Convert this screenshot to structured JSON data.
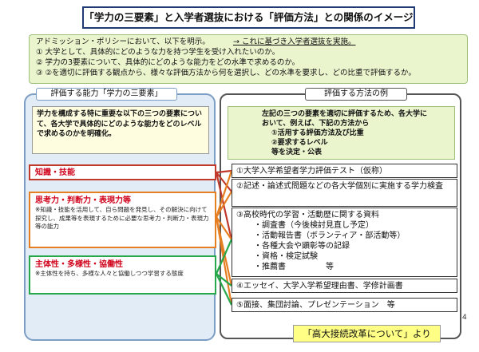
{
  "title": "「学力の三要素」と入学者選抜における「評価方法」との関係のイメージ",
  "policy": {
    "lead": "アドミッション・ポリシーにおいて、以下を明示。",
    "arrow_note": "→ これに基づき入学者選抜を実施。",
    "items": [
      "① 大学として、具体的にどのような力を持つ学生を受け入れたいのか。",
      "② 学力の3要素について、具体的にどのような能力をどの水準で求めるのか。",
      "③ ②を適切に評価する観点から、様々な評価方法から何を選択し、どの水準を要求し、どの比重で評価するか。"
    ]
  },
  "left": {
    "header": "評価する能力「学力の三要素」",
    "intro": "学力を構成する特に重要な以下の三つの要素について、各大学で具体的にどのような能力をどのレベルで求めるのかを明確化。",
    "capabilities": [
      {
        "title": "知識・技能",
        "desc": ""
      },
      {
        "title": "思考力・判断力・表現力等",
        "desc": "※知識・技能を活用して、自ら問題を発見し、その解決に向けて探究し、成果等を表現するために必要な思考力・判断力・表現力等の能力"
      },
      {
        "title": "主体性・多様性・協働性",
        "desc": "※主体性を持ち、多様な人々と協働しつつ学習する態度"
      }
    ]
  },
  "right": {
    "header": "評価する方法の例",
    "intro_lines": [
      "左記の三つの要素を適切に評価するため、各大学に",
      "おいて、例えば、下記の方法から",
      "①活用する評価方法及び比重",
      "②要求するレベル",
      "等を決定・公表"
    ],
    "methods": [
      {
        "title": "①大学入学希望者学力評価テスト（仮称）",
        "subs": []
      },
      {
        "title": "②記述・論述式問題などの各大学個別に実施する学力検査",
        "subs": []
      },
      {
        "title": "③高校時代の学習・活動歴に関する資料",
        "subs": [
          "・調査書（今後検討見直し予定）",
          "・活動報告書（ボランティア・部活動等）",
          "・各種大会や顕彰等の記録",
          "・資格・検定試験",
          "・推薦書　　　　　等"
        ]
      },
      {
        "title": "④エッセイ、大学入学希望理由書、学修計画書",
        "subs": []
      },
      {
        "title": "⑤面接、集団討論、プレゼンテーション　等",
        "subs": []
      }
    ]
  },
  "source_label": "「高大接続改革について」より",
  "page_number": "4",
  "colors": {
    "knowledge": "#c0392b",
    "thinking": "#e67e22",
    "proactivity": "#27a84a",
    "frame": "#1f3b73"
  }
}
